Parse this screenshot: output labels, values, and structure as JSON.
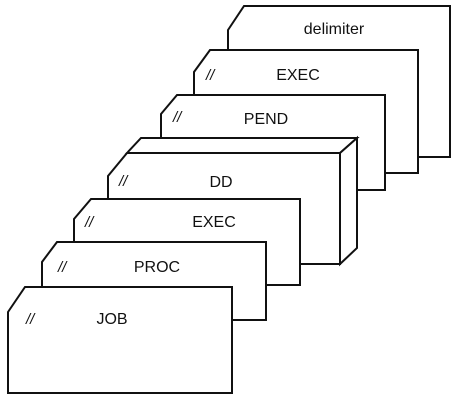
{
  "diagram": {
    "cards": [
      {
        "id": "delimiter",
        "slashes": "",
        "keyword": "delimiter"
      },
      {
        "id": "exec-top",
        "slashes": "//",
        "keyword": "EXEC"
      },
      {
        "id": "pend",
        "slashes": "//",
        "keyword": "PEND"
      },
      {
        "id": "dd",
        "slashes": "//",
        "keyword": "DD"
      },
      {
        "id": "exec",
        "slashes": "//",
        "keyword": "EXEC"
      },
      {
        "id": "proc",
        "slashes": "//",
        "keyword": "PROC"
      },
      {
        "id": "job",
        "slashes": "//",
        "keyword": "JOB"
      }
    ],
    "colors": {
      "stroke": "#111111",
      "card_fill": "#ffffff"
    }
  }
}
